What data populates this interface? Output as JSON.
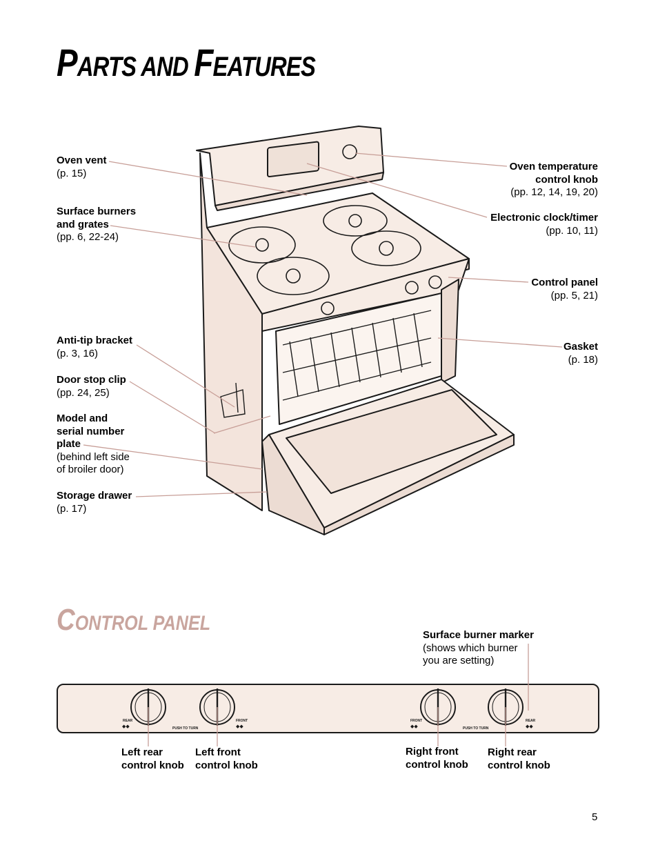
{
  "title": {
    "first": "P",
    "rest": "ARTS AND ",
    "second": "F",
    "rest2": "EATURES"
  },
  "section": {
    "first": "C",
    "rest": "ONTROL ",
    "rest2": "PANEL"
  },
  "labels": {
    "oven_vent": {
      "title": "Oven vent",
      "ref": "(p. 15)"
    },
    "surface_burners": {
      "title1": "Surface burners",
      "title2": "and grates",
      "ref": "(pp. 6, 22-24)"
    },
    "anti_tip": {
      "title": "Anti-tip bracket",
      "ref": "(p. 3, 16)"
    },
    "door_stop": {
      "title": "Door stop clip",
      "ref": "(pp. 24, 25)"
    },
    "model_plate": {
      "title1": "Model and",
      "title2": "serial number",
      "title3": "plate",
      "ref1": "(behind left side",
      "ref2": "of broiler door)"
    },
    "storage_drawer": {
      "title": "Storage drawer",
      "ref": "(p. 17)"
    },
    "oven_temp": {
      "title1": "Oven temperature",
      "title2": "control knob",
      "ref": "(pp. 12, 14, 19, 20)"
    },
    "clock": {
      "title": "Electronic clock/timer",
      "ref": "(pp. 10, 11)"
    },
    "control_panel": {
      "title": "Control panel",
      "ref": "(pp. 5, 21)"
    },
    "gasket": {
      "title": "Gasket",
      "ref": "(p. 18)"
    },
    "burner_marker": {
      "title": "Surface burner marker",
      "ref1": "(shows which burner",
      "ref2": "you are setting)"
    },
    "left_rear": {
      "l1": "Left rear",
      "l2": "control knob"
    },
    "left_front": {
      "l1": "Left front",
      "l2": "control knob"
    },
    "right_front": {
      "l1": "Right front",
      "l2": "control knob"
    },
    "right_rear": {
      "l1": "Right rear",
      "l2": "control knob"
    }
  },
  "panel": {
    "rear": "REAR",
    "front": "FRONT",
    "push_to_turn": "PUSH TO TURN"
  },
  "page_number": "5",
  "colors": {
    "appliance_fill": "#f7ece5",
    "leader": "#c79e97",
    "section_heading": "#c9a59e"
  }
}
